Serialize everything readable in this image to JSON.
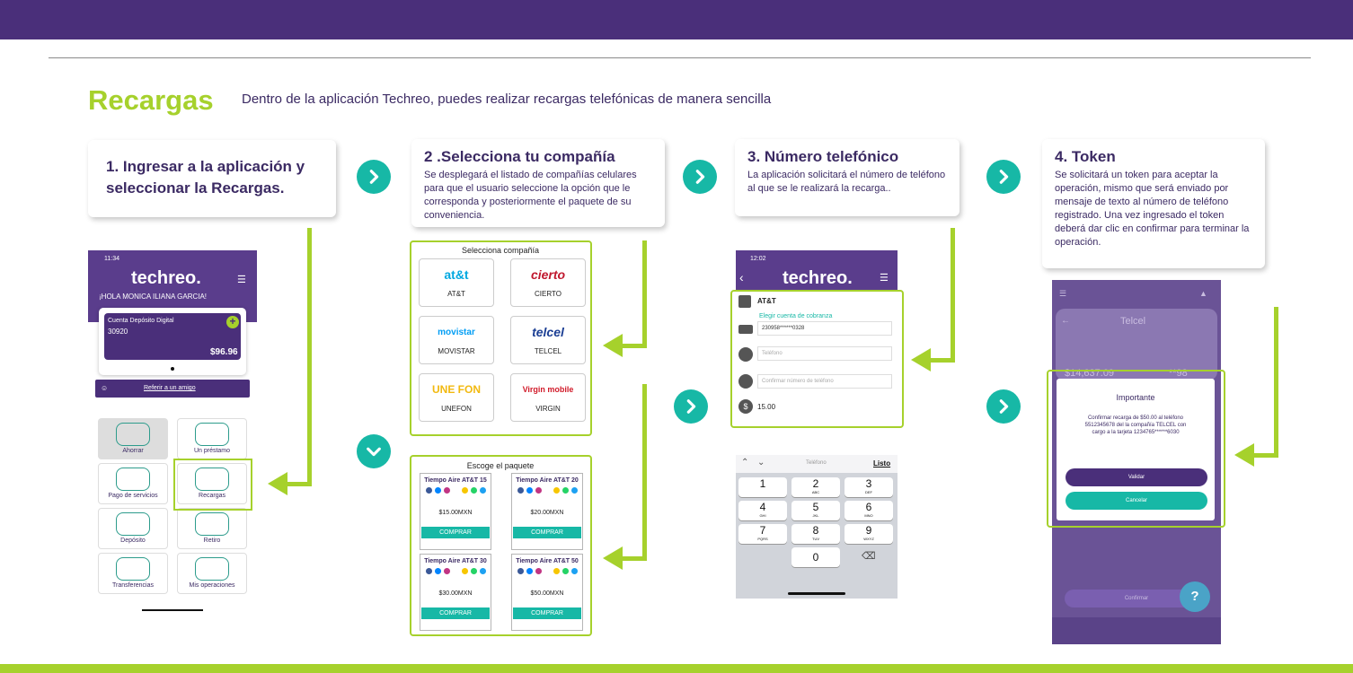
{
  "page": {
    "title": "Recargas",
    "subtitle": "Dentro de la aplicación Techreo, puedes realizar recargas telefónicas de manera sencilla"
  },
  "steps": [
    {
      "title": "1. Ingresar a la aplicación y seleccionar la Recargas.",
      "text": ""
    },
    {
      "title": "2 .Selecciona tu compañía",
      "text": "Se desplegará el listado de compañías celulares para que el usuario seleccione la opción que le corresponda y posteriormente el paquete de su conveniencia."
    },
    {
      "title": "3. Número telefónico",
      "text": "La aplicación solicitará el número de teléfono al que se le realizará la recarga.."
    },
    {
      "title": "4. Token",
      "text": "Se solicitará un token para aceptar la operación, mismo que será enviado por mensaje de texto al número de teléfono registrado. Una vez ingresado el token deberá dar clic en confirmar para terminar la operación."
    }
  ],
  "app_home": {
    "time": "11:34",
    "brand": "techreo.",
    "greeting": "¡HOLA MONICA ILIANA GARCIA!",
    "account_label": "Cuenta Depósito Digital",
    "account_number": "30920",
    "balance": "$96.96",
    "refer": "Referir a un amigo",
    "tiles": [
      "Ahorrar",
      "Un préstamo",
      "Pago de servicios",
      "Recargas",
      "Depósito",
      "Retiro",
      "Transferencias",
      "Mis operaciones"
    ]
  },
  "companies": {
    "header": "Selecciona compañía",
    "items": [
      {
        "logo": "at&t",
        "name": "AT&T"
      },
      {
        "logo": "cierto",
        "name": "CIERTO"
      },
      {
        "logo": "movistar",
        "name": "MOVISTAR"
      },
      {
        "logo": "telcel",
        "name": "TELCEL"
      },
      {
        "logo": "UNE FON",
        "name": "UNEFON"
      },
      {
        "logo": "Virgin mobile",
        "name": "VIRGIN"
      }
    ]
  },
  "packages": {
    "header": "Escoge el paquete",
    "buy_label": "COMPRAR",
    "items": [
      {
        "title": "Tiempo Aire AT&T 15",
        "price": "$15.00MXN"
      },
      {
        "title": "Tiempo Aire AT&T 20",
        "price": "$20.00MXN"
      },
      {
        "title": "Tiempo Aire AT&T 30",
        "price": "$30.00MXN"
      },
      {
        "title": "Tiempo Aire AT&T 50",
        "price": "$50.00MXN"
      }
    ]
  },
  "phone_form": {
    "time": "12:02",
    "brand": "techreo.",
    "company": "AT&T",
    "choose_account": "Elegir cuenta de cobranza",
    "account": "230958******0328",
    "phone_placeholder": "Teléfono",
    "confirm_placeholder": "Confirmar número de teléfono",
    "amount": "15.00"
  },
  "keypad": {
    "field": "Teléfono",
    "done": "Listo",
    "keys": [
      {
        "n": "1",
        "l": ""
      },
      {
        "n": "2",
        "l": "ABC"
      },
      {
        "n": "3",
        "l": "DEF"
      },
      {
        "n": "4",
        "l": "GHI"
      },
      {
        "n": "5",
        "l": "JKL"
      },
      {
        "n": "6",
        "l": "MNO"
      },
      {
        "n": "7",
        "l": "PQRS"
      },
      {
        "n": "8",
        "l": "TUV"
      },
      {
        "n": "9",
        "l": "WXYZ"
      },
      {
        "n": "0",
        "l": ""
      }
    ]
  },
  "token_screen": {
    "header": "Telcel",
    "bg_amount": "$14,637.09",
    "bg_amount2": "**98",
    "modal_title": "Importante",
    "modal_text": "Confirmar recarga de $50.00 al teléfono 5512345678 del la compañía TELCEL con cargo a la tarjeta 1234765******6030",
    "validate": "Validar",
    "cancel": "Cancelar",
    "confirm": "Confirmar"
  },
  "colors": {
    "purple": "#4a2f7a",
    "green": "#a6d12c",
    "teal": "#17b8a6"
  }
}
